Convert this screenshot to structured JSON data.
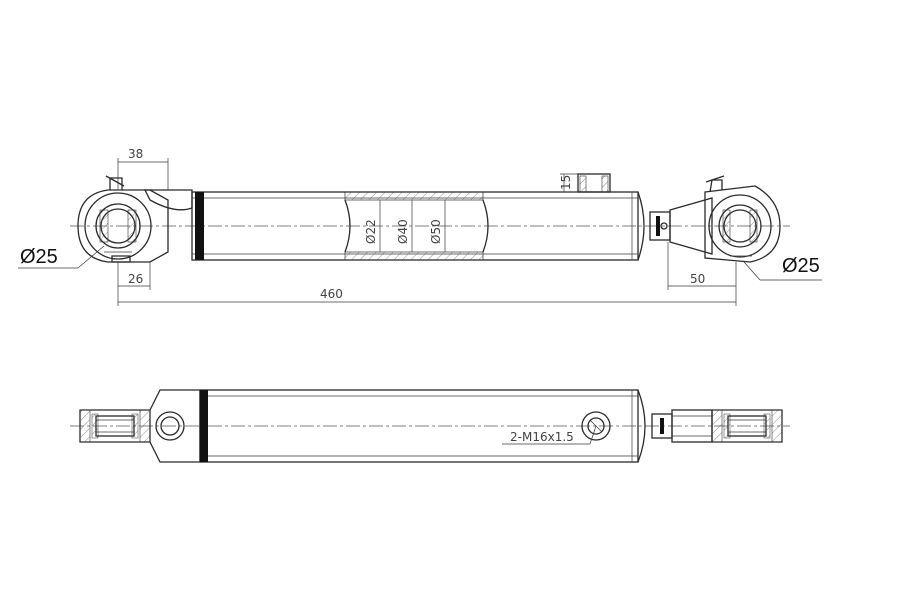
{
  "dimensions": {
    "d38": "38",
    "d15": "15",
    "d26": "26",
    "d460": "460",
    "d50": "50",
    "rod": "Ø22",
    "bore_inner": "Ø40",
    "bore_outer": "Ø50",
    "pin_left": "Ø25",
    "pin_right": "Ø25",
    "ports": "2-M16x1.5"
  }
}
